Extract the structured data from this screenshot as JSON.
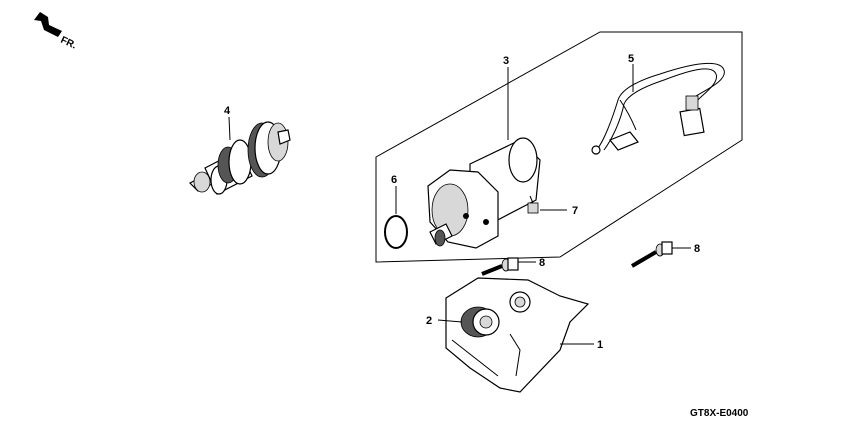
{
  "diagram_code": "GT8X-E0400",
  "direction_label": "FR.",
  "callouts": [
    "1",
    "2",
    "3",
    "4",
    "5",
    "6",
    "7",
    "8",
    "8"
  ],
  "parts": [
    {
      "ref": "1",
      "icon": "bracket-cover-icon"
    },
    {
      "ref": "2",
      "icon": "rubber-mount-icon"
    },
    {
      "ref": "3",
      "icon": "starter-motor-icon"
    },
    {
      "ref": "4",
      "icon": "starter-drive-gear-icon"
    },
    {
      "ref": "5",
      "icon": "wire-harness-icon"
    },
    {
      "ref": "6",
      "icon": "o-ring-icon"
    },
    {
      "ref": "7",
      "icon": "small-bolt-icon"
    },
    {
      "ref": "8",
      "icon": "flange-bolt-icon"
    }
  ]
}
